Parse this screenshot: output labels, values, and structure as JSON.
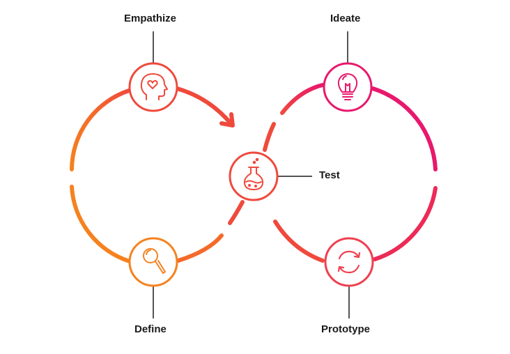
{
  "stages": [
    {
      "id": "empathize",
      "label": "Empathize",
      "icon": "head-heart-icon",
      "color": "#ef4a3c"
    },
    {
      "id": "define",
      "label": "Define",
      "icon": "magnifier-icon",
      "color": "#f5821f"
    },
    {
      "id": "ideate",
      "label": "Ideate",
      "icon": "lightbulb-icon",
      "color": "#e8186d"
    },
    {
      "id": "prototype",
      "label": "Prototype",
      "icon": "cycle-arrows-icon",
      "color": "#ef4050"
    },
    {
      "id": "test",
      "label": "Test",
      "icon": "flask-icon",
      "color": "#ef4a3c"
    }
  ],
  "colors": {
    "orange": "#f5821f",
    "red": "#ef4a3c",
    "pink": "#e8186d",
    "text": "#1a1a1a",
    "connector": "#1a1a1a"
  }
}
